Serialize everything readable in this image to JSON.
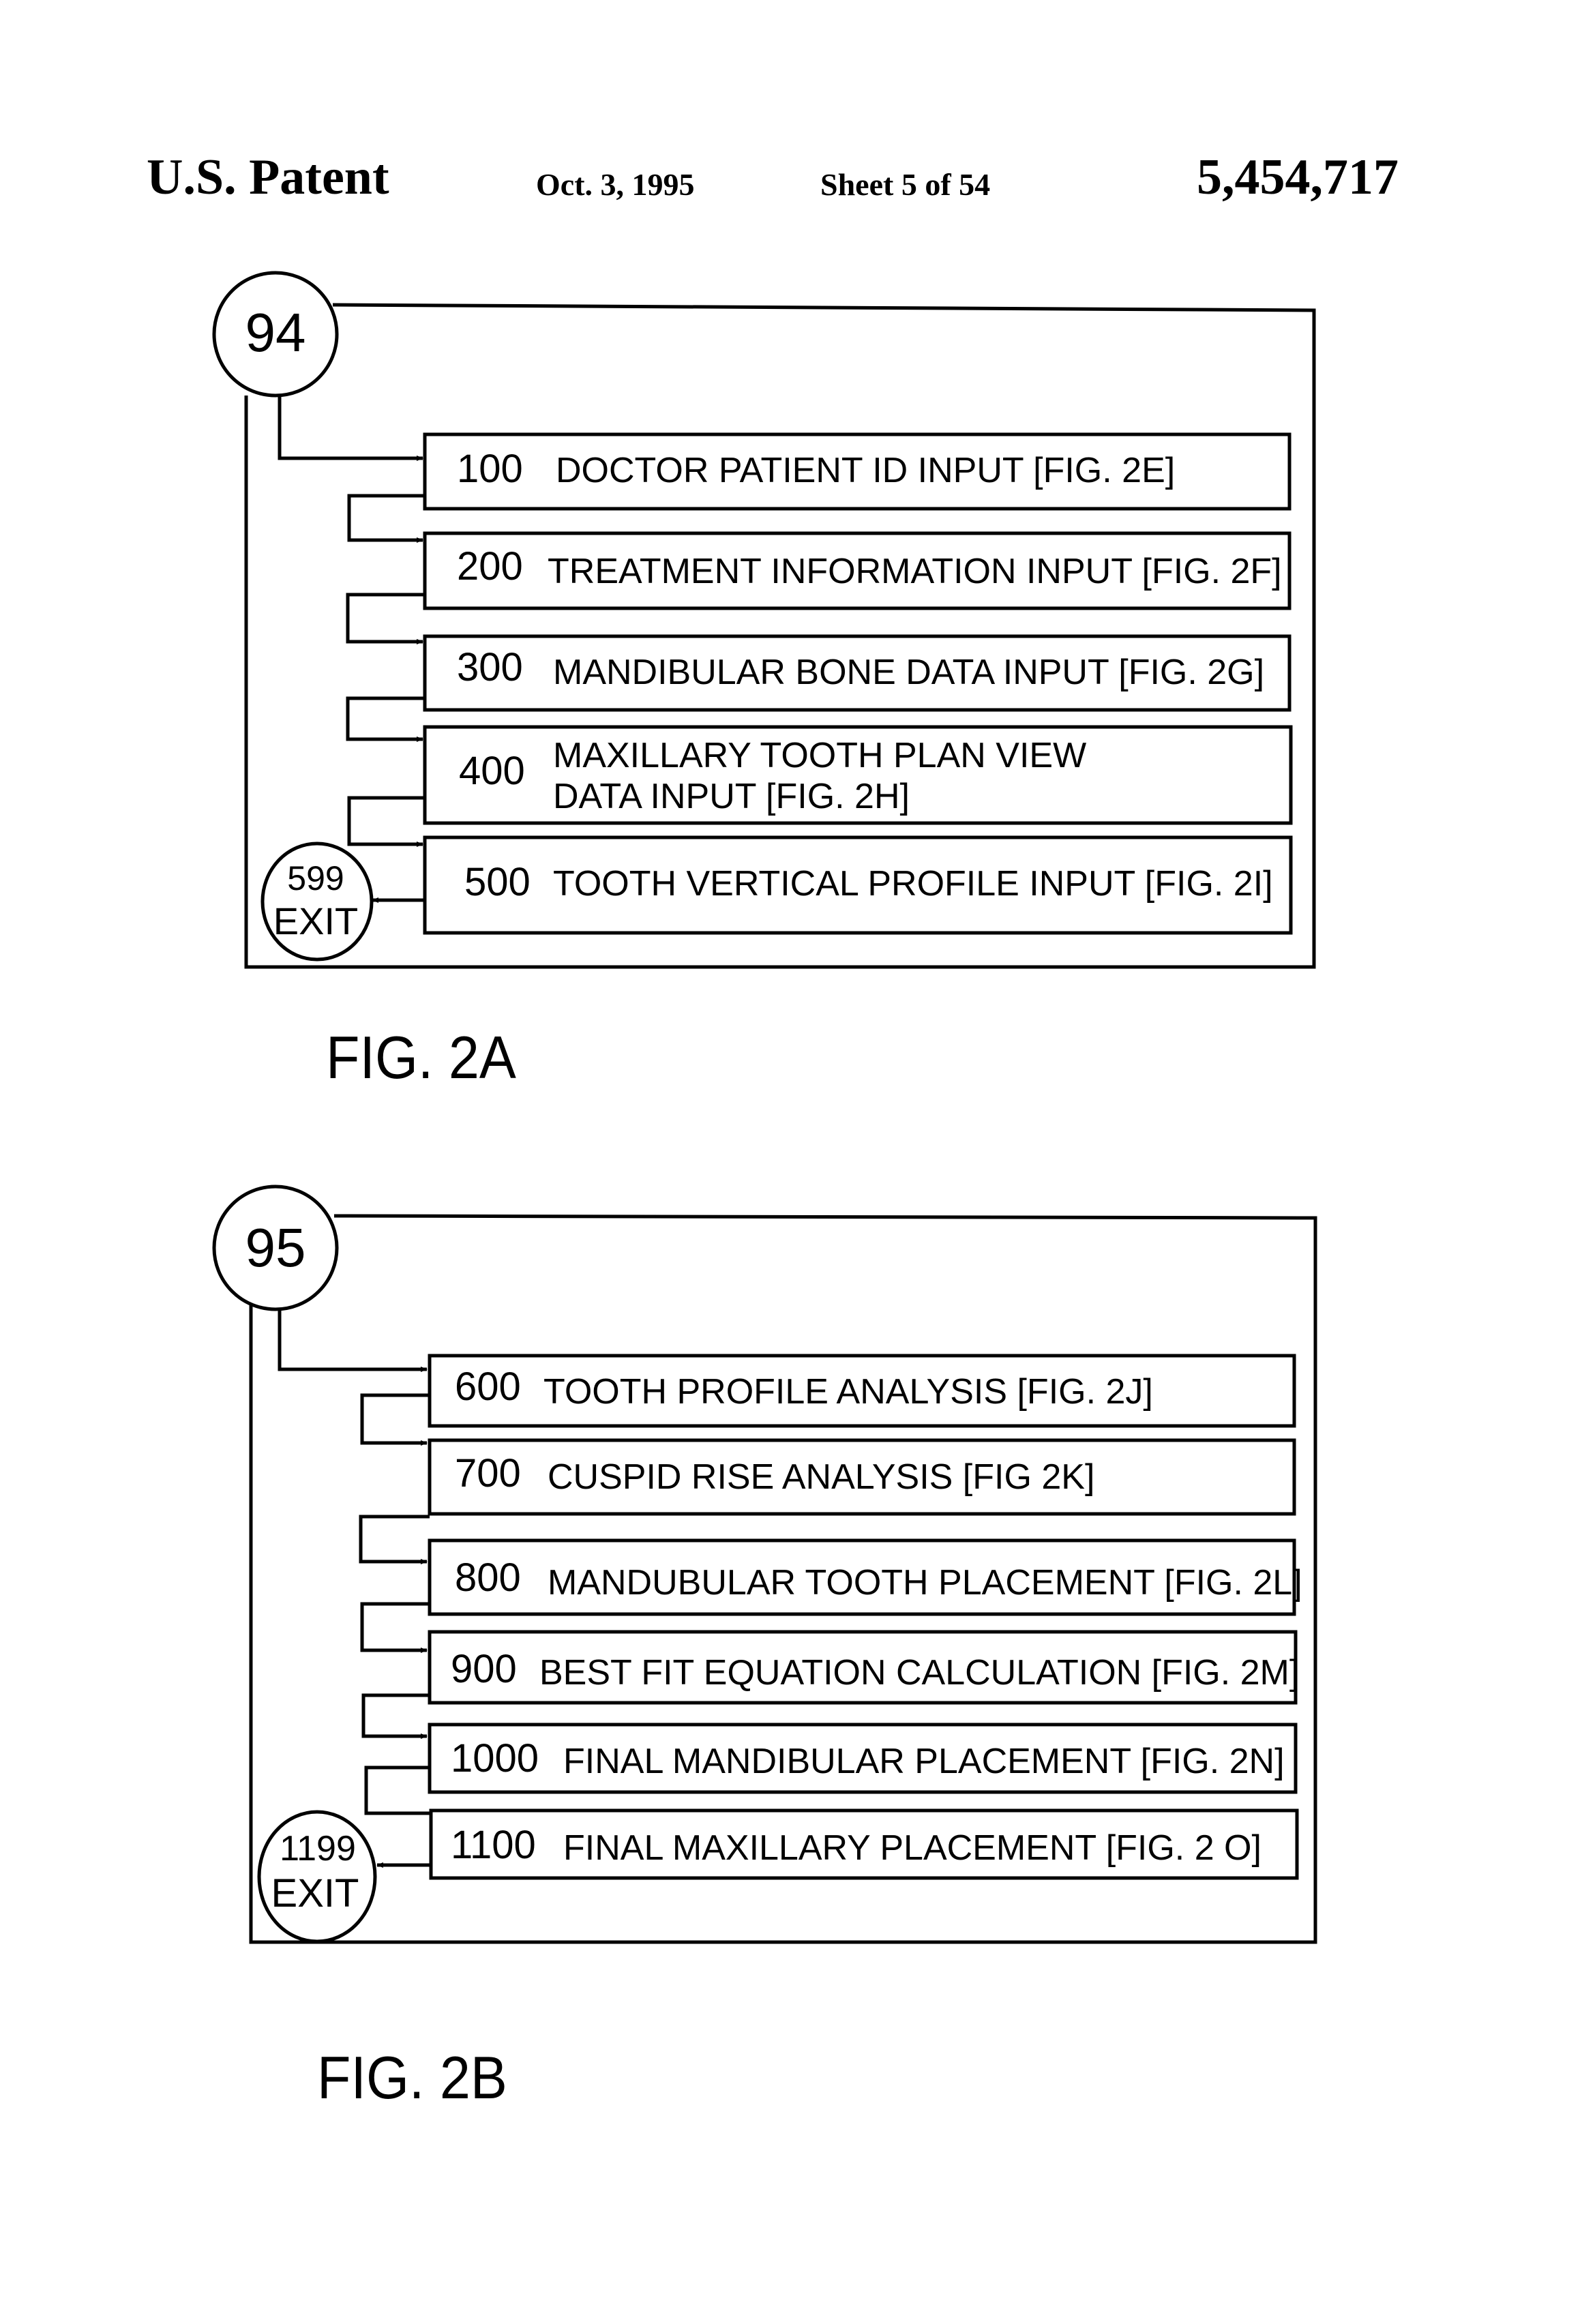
{
  "header": {
    "title": "U.S. Patent",
    "date": "Oct. 3, 1995",
    "sheet": "Sheet 5 of 54",
    "patent_number": "5,454,717"
  },
  "figures": [
    {
      "caption": "FIG. 2A",
      "start_node": "94",
      "exit_node": {
        "number": "599",
        "label": "EXIT"
      },
      "steps": [
        {
          "number": "100",
          "text": "DOCTOR PATIENT ID INPUT [FIG. 2E]"
        },
        {
          "number": "200",
          "text": "TREATMENT INFORMATION INPUT [FIG. 2F]"
        },
        {
          "number": "300",
          "text": "MANDIBULAR BONE DATA INPUT [FIG. 2G]"
        },
        {
          "number": "400",
          "text": "MAXILLARY TOOTH PLAN VIEW",
          "text2": "DATA INPUT [FIG. 2H]"
        },
        {
          "number": "500",
          "text": "TOOTH VERTICAL PROFILE INPUT [FIG. 2I]"
        }
      ]
    },
    {
      "caption": "FIG. 2B",
      "start_node": "95",
      "exit_node": {
        "number": "1199",
        "label": "EXIT"
      },
      "steps": [
        {
          "number": "600",
          "text": "TOOTH PROFILE ANALYSIS [FIG. 2J]"
        },
        {
          "number": "700",
          "text": "CUSPID RISE ANALYSIS [FIG 2K]"
        },
        {
          "number": "800",
          "text": "MANDUBULAR TOOTH PLACEMENT [FIG. 2L]"
        },
        {
          "number": "900",
          "text": "BEST FIT EQUATION CALCULATION [FIG. 2M]"
        },
        {
          "number": "1000",
          "text": "FINAL MANDIBULAR PLACEMENT [FIG. 2N]"
        },
        {
          "number": "1100",
          "text": "FINAL MAXILLARY PLACEMENT [FIG. 2 O]"
        }
      ]
    }
  ]
}
